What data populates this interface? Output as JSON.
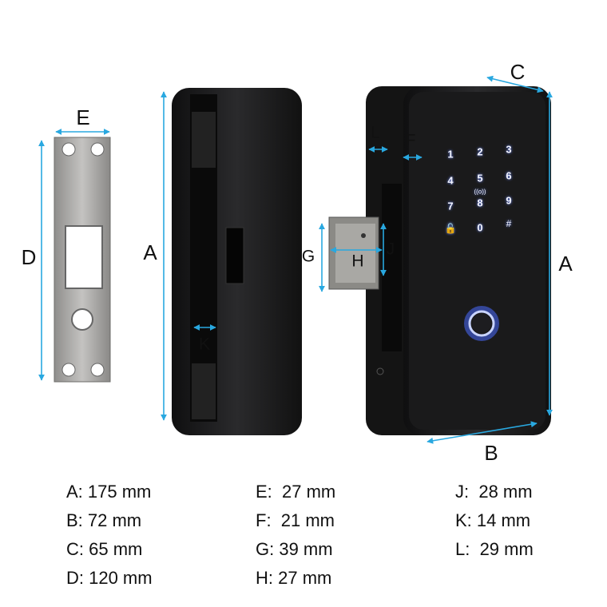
{
  "colors": {
    "dimension_line": "#29a8e0",
    "lock_body": "#1c1c1e",
    "strike_plate": "#a8a7a5",
    "fingerprint_glow": "#4a6bff"
  },
  "labels": {
    "A": "A",
    "B": "B",
    "C": "C",
    "D": "D",
    "E": "E",
    "F": "F",
    "G": "G",
    "H": "H",
    "J": "J",
    "K": "K",
    "L": "L"
  },
  "keypad": {
    "keys": [
      "1",
      "2",
      "3",
      "4",
      "5",
      "6",
      "7",
      "8",
      "9",
      "0"
    ],
    "icons": [
      "rfid-icon",
      "unlock-star-icon",
      "doorbell-hash-icon"
    ]
  },
  "specs": {
    "col1": [
      "A: 175 mm",
      "B: 72 mm",
      "C: 65 mm",
      "D: 120 mm"
    ],
    "col2": [
      "E:  27 mm",
      "F:  21 mm",
      "G: 39 mm",
      "H: 27 mm"
    ],
    "col3": [
      "J:  28 mm",
      "K: 14 mm",
      "L:  29 mm"
    ]
  }
}
